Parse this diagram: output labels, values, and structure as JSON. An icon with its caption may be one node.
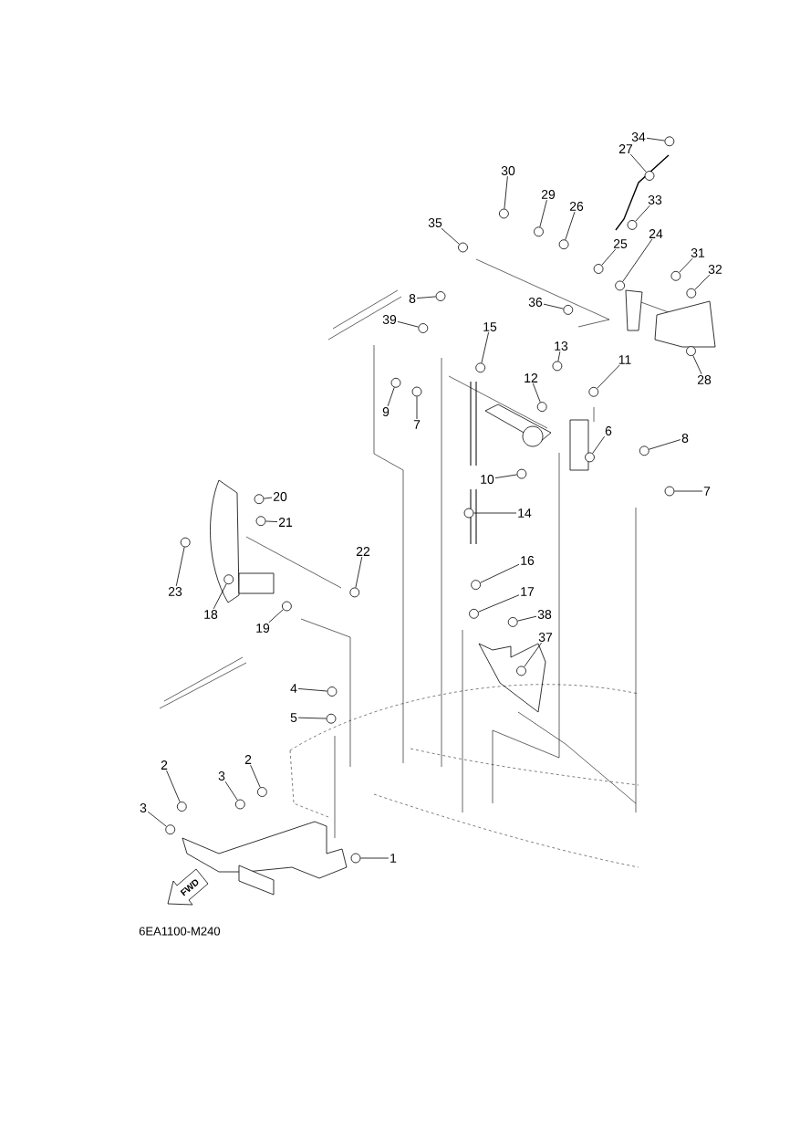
{
  "diagram": {
    "nodes": [
      {
        "text": [
          "34"
        ]
      },
      {
        "text": [
          "27"
        ]
      },
      {
        "text": [
          "30"
        ]
      },
      {
        "text": [
          "29"
        ]
      },
      {
        "text": [
          "33"
        ]
      },
      {
        "text": [
          "26"
        ]
      },
      {
        "text": [
          "35"
        ]
      },
      {
        "text": [
          "24"
        ]
      },
      {
        "text": [
          "25"
        ]
      },
      {
        "text": [
          "31"
        ]
      },
      {
        "text": [
          "32"
        ]
      },
      {
        "text": [
          "8"
        ]
      },
      {
        "text": [
          "36"
        ]
      },
      {
        "text": [
          "39"
        ]
      },
      {
        "text": [
          "15"
        ]
      },
      {
        "text": [
          "13"
        ]
      },
      {
        "text": [
          "11"
        ]
      },
      {
        "text": [
          "12"
        ]
      },
      {
        "text": [
          "28"
        ]
      },
      {
        "text": [
          "9"
        ]
      },
      {
        "text": [
          "7"
        ]
      },
      {
        "text": [
          "6"
        ]
      },
      {
        "text": [
          "8"
        ]
      },
      {
        "text": [
          "10"
        ]
      },
      {
        "text": [
          "7"
        ]
      },
      {
        "text": [
          "20"
        ]
      },
      {
        "text": [
          "21"
        ]
      },
      {
        "text": [
          "14"
        ]
      },
      {
        "text": [
          "22"
        ]
      },
      {
        "text": [
          "16"
        ]
      },
      {
        "text": [
          "23"
        ]
      },
      {
        "text": [
          "18"
        ]
      },
      {
        "text": [
          "19"
        ]
      },
      {
        "text": [
          "17"
        ]
      },
      {
        "text": [
          "38"
        ]
      },
      {
        "text": [
          "37"
        ]
      },
      {
        "text": [
          "4"
        ]
      },
      {
        "text": [
          "5"
        ]
      },
      {
        "text": [
          "2"
        ]
      },
      {
        "text": [
          "3"
        ]
      },
      {
        "text": [
          "2"
        ]
      },
      {
        "text": [
          "3"
        ]
      },
      {
        "text": [
          "1"
        ]
      },
      {
        "text": [],
        "shape": "circle"
      },
      {
        "text": [],
        "shape": "circle"
      },
      {
        "text": [],
        "shape": "circle"
      },
      {
        "text": [],
        "shape": "circle"
      },
      {
        "text": [],
        "shape": "circle"
      },
      {
        "text": [],
        "shape": "circle"
      },
      {
        "text": [],
        "shape": "circle"
      },
      {
        "text": [],
        "shape": "circle"
      },
      {
        "text": [],
        "shape": "circle"
      },
      {
        "text": [],
        "shape": "circle"
      },
      {
        "text": [],
        "shape": "circle"
      },
      {
        "text": [],
        "shape": "circle"
      },
      {
        "text": [],
        "shape": "circle"
      },
      {
        "text": [],
        "shape": "circle"
      },
      {
        "text": [],
        "shape": "circle"
      },
      {
        "text": [],
        "shape": "circle"
      },
      {
        "text": [],
        "shape": "circle"
      },
      {
        "text": [],
        "shape": "circle"
      },
      {
        "text": [],
        "shape": "circle"
      },
      {
        "text": [],
        "shape": "circle"
      },
      {
        "text": [],
        "shape": "circle"
      },
      {
        "text": [],
        "shape": "circle"
      },
      {
        "text": [],
        "shape": "circle"
      },
      {
        "text": [],
        "shape": "circle"
      },
      {
        "text": [],
        "shape": "circle"
      },
      {
        "text": [],
        "shape": "circle"
      },
      {
        "text": [],
        "shape": "circle"
      },
      {
        "text": [],
        "shape": "circle"
      },
      {
        "text": [],
        "shape": "circle"
      },
      {
        "text": [],
        "shape": "circle"
      },
      {
        "text": [],
        "shape": "circle"
      },
      {
        "text": [],
        "shape": "circle"
      },
      {
        "text": [],
        "shape": "circle"
      },
      {
        "text": [],
        "shape": "circle"
      },
      {
        "text": [],
        "shape": "circle"
      },
      {
        "text": [],
        "shape": "circle"
      },
      {
        "text": [],
        "shape": "circle"
      },
      {
        "text": [],
        "shape": "circle"
      },
      {
        "text": [],
        "shape": "circle"
      },
      {
        "text": [],
        "shape": "circle"
      },
      {
        "text": [],
        "shape": "circle"
      },
      {
        "text": [],
        "shape": "circle"
      },
      {
        "text": [],
        "shape": "circle"
      }
    ],
    "edges": [
      {
        "from": 0,
        "to": 43,
        "arrow": "none"
      },
      {
        "from": 1,
        "to": 44,
        "arrow": "none"
      },
      {
        "from": 2,
        "to": 45,
        "arrow": "none"
      },
      {
        "from": 3,
        "to": 46,
        "arrow": "none"
      },
      {
        "from": 4,
        "to": 47,
        "arrow": "none"
      },
      {
        "from": 5,
        "to": 48,
        "arrow": "none"
      },
      {
        "from": 6,
        "to": 49,
        "arrow": "none"
      },
      {
        "from": 7,
        "to": 50,
        "arrow": "none"
      },
      {
        "from": 8,
        "to": 51,
        "arrow": "none"
      },
      {
        "from": 9,
        "to": 52,
        "arrow": "none"
      },
      {
        "from": 10,
        "to": 53,
        "arrow": "none"
      },
      {
        "from": 11,
        "to": 54,
        "arrow": "none"
      },
      {
        "from": 12,
        "to": 55,
        "arrow": "none"
      },
      {
        "from": 13,
        "to": 56,
        "arrow": "none"
      },
      {
        "from": 14,
        "to": 57,
        "arrow": "none"
      },
      {
        "from": 15,
        "to": 58,
        "arrow": "none"
      },
      {
        "from": 16,
        "to": 59,
        "arrow": "none"
      },
      {
        "from": 17,
        "to": 60,
        "arrow": "none"
      },
      {
        "from": 18,
        "to": 61,
        "arrow": "none"
      },
      {
        "from": 19,
        "to": 62,
        "arrow": "none"
      },
      {
        "from": 20,
        "to": 63,
        "arrow": "none"
      },
      {
        "from": 21,
        "to": 64,
        "arrow": "none"
      },
      {
        "from": 22,
        "to": 65,
        "arrow": "none"
      },
      {
        "from": 23,
        "to": 66,
        "arrow": "none"
      },
      {
        "from": 24,
        "to": 67,
        "arrow": "none"
      },
      {
        "from": 25,
        "to": 68,
        "arrow": "none"
      },
      {
        "from": 26,
        "to": 69,
        "arrow": "none"
      },
      {
        "from": 27,
        "to": 70,
        "arrow": "none"
      },
      {
        "from": 28,
        "to": 71,
        "arrow": "none"
      },
      {
        "from": 29,
        "to": 72,
        "arrow": "none"
      },
      {
        "from": 30,
        "to": 73,
        "arrow": "none"
      },
      {
        "from": 31,
        "to": 74,
        "arrow": "none"
      },
      {
        "from": 32,
        "to": 75,
        "arrow": "none"
      },
      {
        "from": 33,
        "to": 76,
        "arrow": "none"
      },
      {
        "from": 34,
        "to": 77,
        "arrow": "none"
      },
      {
        "from": 35,
        "to": 78,
        "arrow": "none"
      },
      {
        "from": 36,
        "to": 79,
        "arrow": "none"
      },
      {
        "from": 37,
        "to": 80,
        "arrow": "none"
      },
      {
        "from": 38,
        "to": 81,
        "arrow": "none"
      },
      {
        "from": 39,
        "to": 82,
        "arrow": "none"
      },
      {
        "from": 40,
        "to": 83,
        "arrow": "none"
      },
      {
        "from": 41,
        "to": 84,
        "arrow": "none"
      },
      {
        "from": 42,
        "to": 85,
        "arrow": "none"
      }
    ],
    "labels": [
      "FWD",
      "6EA1100-M240"
    ]
  }
}
